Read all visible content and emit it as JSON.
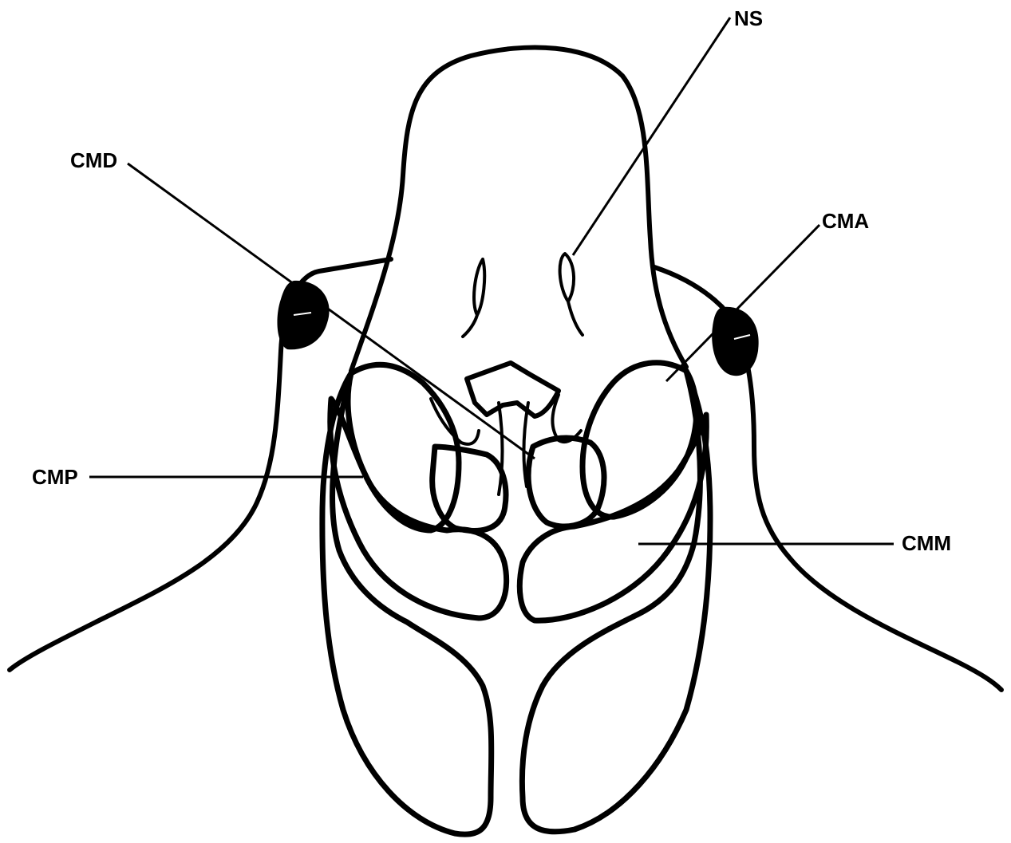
{
  "labels": {
    "ns": "NS",
    "cmd": "CMD",
    "cma": "CMA",
    "cmp": "CMP",
    "cmm": "CMM"
  }
}
